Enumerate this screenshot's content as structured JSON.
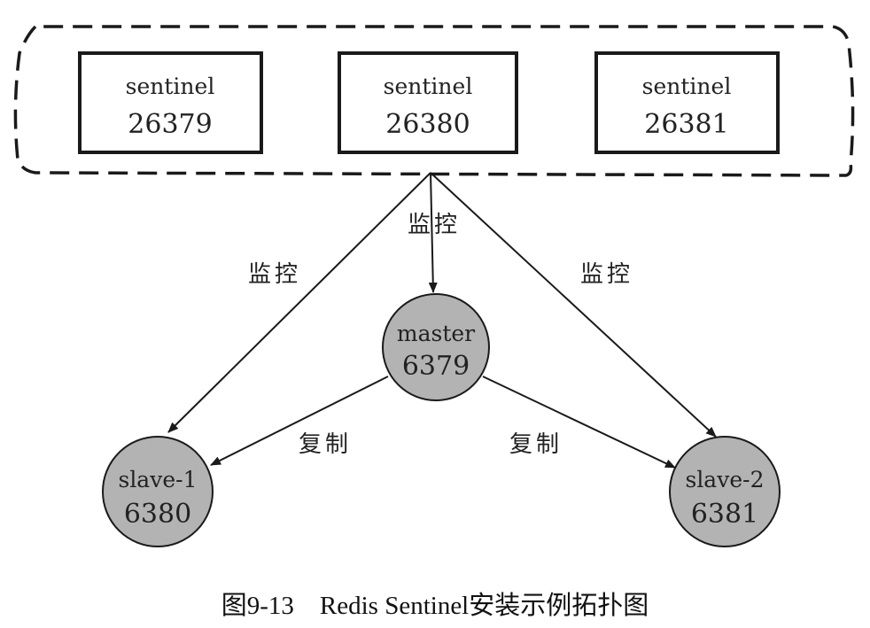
{
  "sentinels": [
    {
      "title": "sentinel",
      "port": "26379"
    },
    {
      "title": "sentinel",
      "port": "26380"
    },
    {
      "title": "sentinel",
      "port": "26381"
    }
  ],
  "master": {
    "title": "master",
    "port": "6379"
  },
  "slaves": [
    {
      "title": "slave-1",
      "port": "6380"
    },
    {
      "title": "slave-2",
      "port": "6381"
    }
  ],
  "labels": {
    "monitor": "监控",
    "replicate": "复制"
  },
  "caption": "图9-13　Redis Sentinel安装示例拓扑图",
  "colors": {
    "node_fill": "#b3b3b3",
    "stroke": "#1a1a1a",
    "background": "#ffffff"
  }
}
